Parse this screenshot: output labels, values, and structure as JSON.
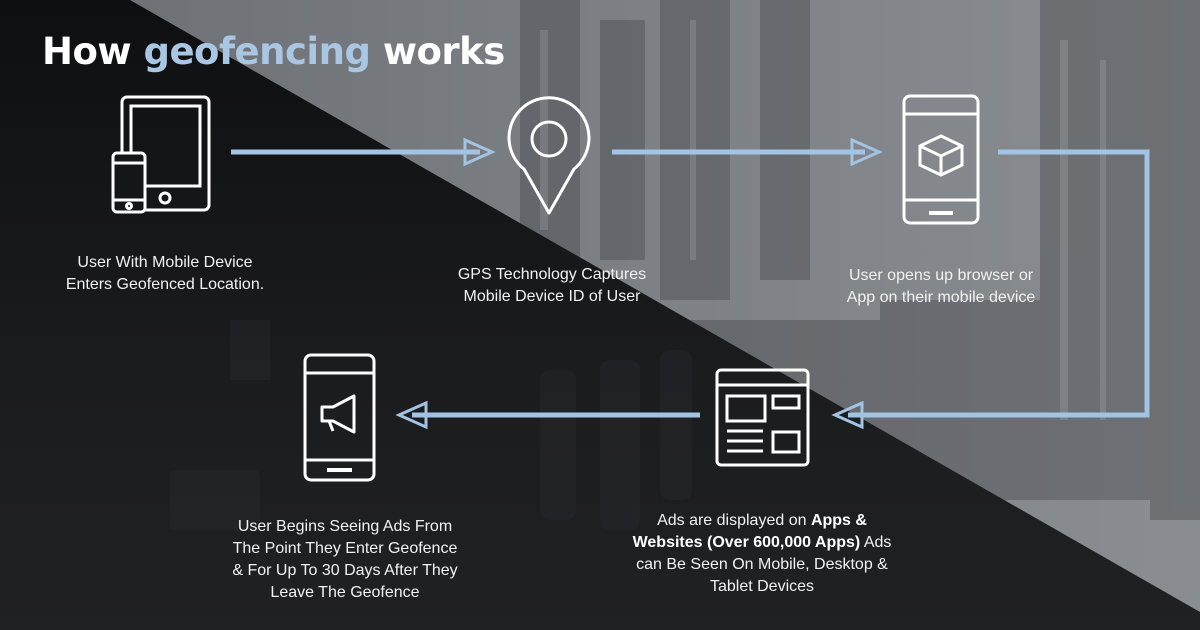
{
  "title": {
    "prefix": "How ",
    "highlight": "geofencing",
    "suffix": " works"
  },
  "colors": {
    "accent": "#a9c6e3",
    "arrow": "#a3c3e3",
    "text": "#f2f2f2"
  },
  "steps": [
    {
      "icon": "tablet-and-phone-icon",
      "lines": [
        "User With Mobile Device",
        "Enters Geofenced Location."
      ]
    },
    {
      "icon": "map-pin-icon",
      "lines": [
        "GPS Technology Captures",
        "Mobile Device ID of User"
      ]
    },
    {
      "icon": "phone-app-icon",
      "lines": [
        "User opens up browser or",
        "App on their mobile device"
      ]
    },
    {
      "icon": "webpage-ad-icon",
      "line1": {
        "pre": "Ads are displayed on ",
        "bold": "Apps &"
      },
      "line2": {
        "bold": "Websites (Over 600,000 Apps)",
        "post": " Ads"
      },
      "line3": "can Be Seen On Mobile, Desktop &",
      "line4": "Tablet Devices"
    },
    {
      "icon": "phone-megaphone-icon",
      "lines": [
        "User Begins Seeing Ads From",
        "The Point They Enter Geofence",
        "&  For Up To 30 Days After They",
        "Leave The Geofence"
      ]
    }
  ]
}
